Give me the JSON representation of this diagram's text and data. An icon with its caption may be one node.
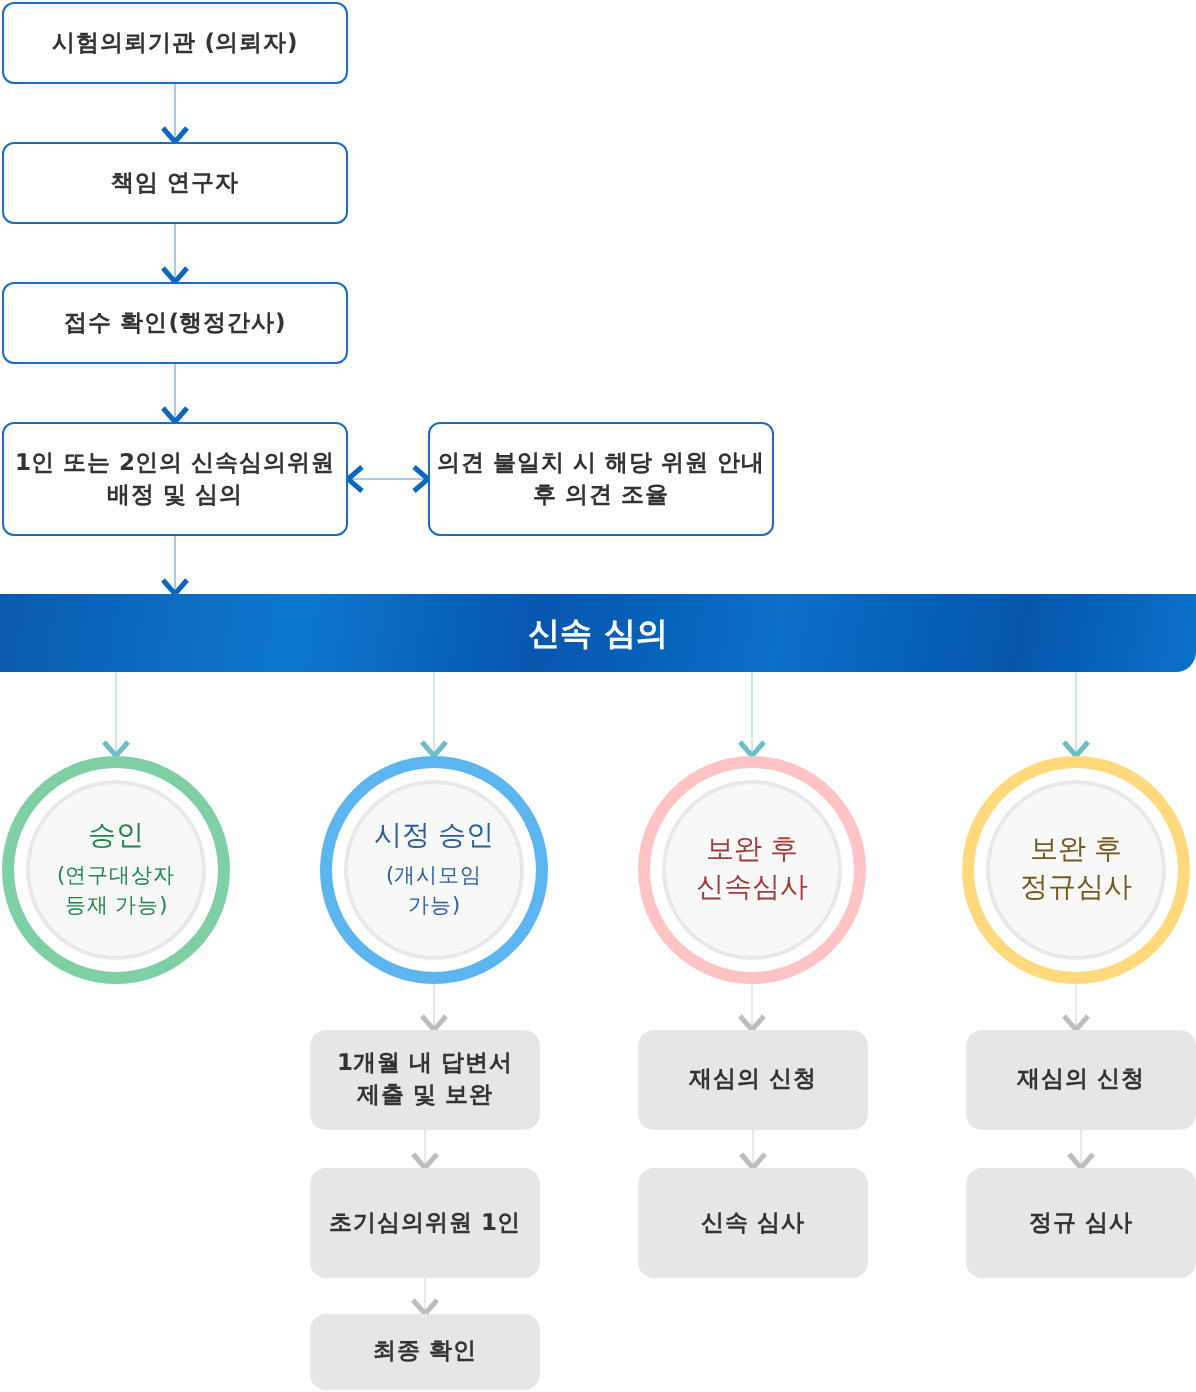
{
  "diagram": {
    "nodes": [
      {
        "text": [
          "시험의뢰기관 (의뢰자)"
        ]
      },
      {
        "text": [
          "책임 연구자"
        ]
      },
      {
        "text": [
          "접수 확인(행정간사)"
        ]
      },
      {
        "text": [
          "1인 또는 2인의 신속심의위원 배정 및 심의"
        ]
      },
      {
        "text": [
          "의견 불일치 시 해당 위원 안내 후 의견 조율"
        ]
      },
      {
        "text": [
          "신속 심의"
        ]
      },
      {
        "text": [
          "승인",
          "(연구대상자 등재 가능)"
        ]
      },
      {
        "text": [
          "시정 승인",
          "(개시모임 가능)"
        ]
      },
      {
        "text": [
          "보완 후 신속심사"
        ]
      },
      {
        "text": [
          "보완 후 정규심사"
        ]
      },
      {
        "text": [
          "1개월 내 답변서 제출 및 보완"
        ]
      },
      {
        "text": [
          "초기심의위원 1인"
        ]
      },
      {
        "text": [
          "최종 확인"
        ]
      },
      {
        "text": [
          "재심의 신청"
        ]
      },
      {
        "text": [
          "신속 심사"
        ]
      },
      {
        "text": [
          "재심의 신청"
        ]
      },
      {
        "text": [
          "정규 심사"
        ]
      }
    ],
    "edges": [
      {
        "from": 0,
        "to": 1,
        "arrow": "to",
        "color": "#0b68bd"
      },
      {
        "from": 1,
        "to": 2,
        "arrow": "to",
        "color": "#0b68bd"
      },
      {
        "from": 2,
        "to": 3,
        "arrow": "to",
        "color": "#0b68bd"
      },
      {
        "from": 3,
        "to": 4,
        "arrow": "both",
        "color": "#0b68bd"
      },
      {
        "from": 3,
        "to": 5,
        "arrow": "to",
        "color": "#0b68bd"
      },
      {
        "from": 5,
        "to": 6,
        "arrow": "to",
        "color": "#6cbfc4"
      },
      {
        "from": 5,
        "to": 7,
        "arrow": "to",
        "color": "#6cbfc4"
      },
      {
        "from": 5,
        "to": 8,
        "arrow": "to",
        "color": "#6cbfc4"
      },
      {
        "from": 5,
        "to": 9,
        "arrow": "to",
        "color": "#6cbfc4"
      },
      {
        "from": 7,
        "to": 10,
        "arrow": "to"
      },
      {
        "from": 10,
        "to": 11,
        "arrow": "to"
      },
      {
        "from": 11,
        "to": 12,
        "arrow": "to"
      },
      {
        "from": 8,
        "to": 13,
        "arrow": "to"
      },
      {
        "from": 13,
        "to": 14,
        "arrow": "to"
      },
      {
        "from": 9,
        "to": 15,
        "arrow": "to"
      },
      {
        "from": 15,
        "to": 16,
        "arrow": "to"
      }
    ]
  }
}
